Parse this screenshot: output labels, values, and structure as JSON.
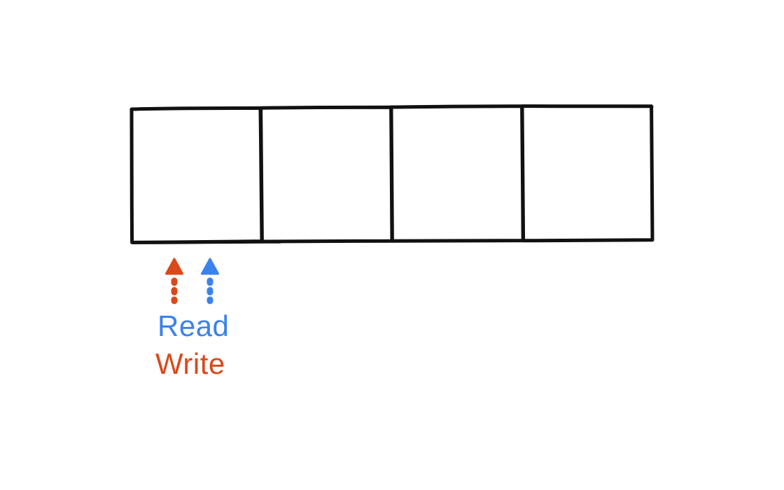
{
  "diagram": {
    "description": "Row of four empty buffer cells with two dashed upward pointers (Read and Write) aimed at the first cell",
    "cell_count": 4,
    "pointer_labels": {
      "read": "Read",
      "write": "Write"
    },
    "colors": {
      "read_blue": "#3B82EC",
      "write_orange": "#D9491C",
      "box_stroke": "#111111",
      "background": "#FFFFFF"
    }
  }
}
